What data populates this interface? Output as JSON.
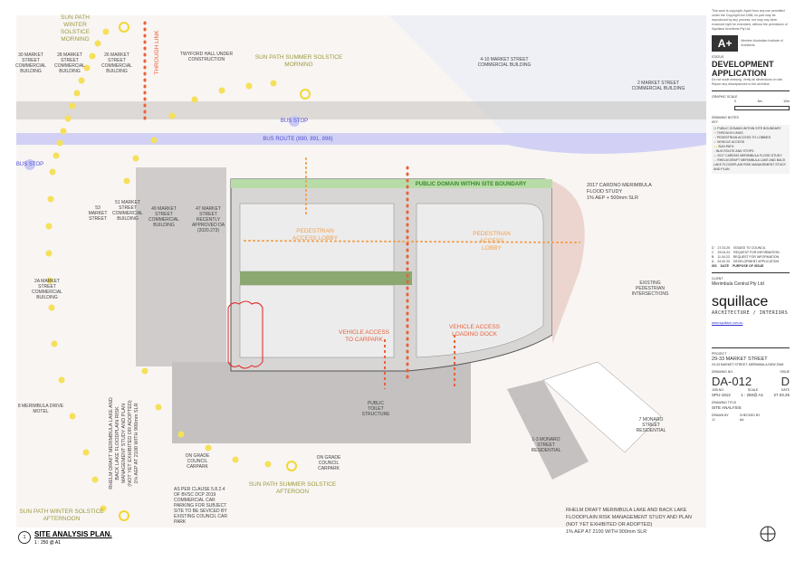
{
  "labels": {
    "sun_winter_morning": "SUN PATH\nWINTER\nSOLSTICE\nMORNING",
    "b30": "30 MARKET\nSTREET\nCOMMERCIAL\nBUILDING",
    "b28": "28 MARKET\nSTREET\nCOMMERCIAL\nBUILDING",
    "b26": "26 MARKET\nSTREET\nCOMMERCIAL\nBUILDING",
    "through_link": "THROUGH LINK",
    "twyford": "TWYFORD HALL UNDER\nCONSTRUCTION",
    "sun_summer_morning": "SUN PATH SUMMER SOLSTICE\nMORNING",
    "b4_10": "4-10 MARKET STREET\nCOMMERCIAL BUILDING",
    "b2": "2 MARKET STREET\nCOMMERCIAL BUILDING",
    "bus_stop_1": "BUS STOP",
    "bus_route": "BUS ROUTE (890, 891, 896)",
    "bus_stop_2": "BUS STOP",
    "public_domain": "PUBLIC DOMAIN WITHIN SITE BOUNDARY",
    "cardno": "2017 CARDNO MERIMBULA\nFLOOD STUDY\n1% AEP + 500mm SLR",
    "b53": "53\nMARKET\nSTREET",
    "b51": "51 MARKET\nSTREET\nCOMMERCIAL\nBUILDING",
    "b49": "49 MARKET\nSTREET\nCOMMERCIAL\nBUILDING",
    "b47": "47 MARKET\nSTREET\nRECENTLY\nAPPROVED DA\n(2020.273)",
    "ped_lobby_1": "PEDESTRIAN\nACCESS LOBBY",
    "ped_lobby_2": "PEDESTRIAN\nACCESS\nLOBBY",
    "b2a": "2A MARKET\nSTREET\nCOMMERCIAL\nBUILDING",
    "existing_ped": "EXISTING\nPEDESTRIAN\nINTERSECTIONS",
    "veh_carpark": "VEHICLE ACCESS\nTO CARPARK",
    "veh_loading": "VEHICLE ACCESS\nLOADING DOCK",
    "motel": "8 MERIMBULA DRIVE\nMOTEL",
    "toilet": "PUBLIC\nTOILET\nSTRUCTURE",
    "rhelm_vertical": "RHELM DRAFT MERIMBULA LAKE AND\nBACK LAKE FLOODPLAIN RISK\nMANAGEMENT STUDY AND PLAN\n(NOT YET EXHIBITED OR ADOPTED)\n1% AEP AT 2100 WITH 900mm SLR",
    "carpark_1": "ON GRADE\nCOUNCIL\nCARPARK",
    "carpark_2": "ON GRADE\nCOUNCIL\nCARPARK",
    "sun_summer_afternoon": "SUN PATH SUMMER SOLSTICE\nAFTEROON",
    "clause": "AS PER CLAUSE 5.8.2.4\nOF BVSC DCP 2019\nCOMMERCIAL CAR\nPARKING FOR SUBJECT\nSITE TO BE SEVICED BY\nEXISTING COUNCIL CAR\nPARK",
    "monaro_1_3": "1-3 MONARO\nSTREET\nRESIDENTIAL",
    "monaro_7": "7 MONARO\nSTREET\nRESIDENTIAL",
    "rhelm_bottom": "RHELM DRAFT MERIMBULA LAKE AND BACK LAKE\nFLOODPLAIN RISK MANAGEMENT STUDY AND PLAN\n(NOT YET EXHIBITED OR ADOPTED)\n1% AEP AT 2100 WITH 900mm SLR",
    "sun_winter_afternoon": "SUN PATH WINTER SOLSTICE\nAFTERNOON"
  },
  "drawing": {
    "number_circle": "1",
    "title": "SITE ANALYSIS PLAN.",
    "scale": "1 : 250 @ A1"
  },
  "title_block": {
    "copyright": "This work is copyright. Apart from any use permitted under the Copyright Act 1968, no part may be reproduced by any process, nor may any other exclusive right be exercised, without the permission of Squillace Architects Pty Ltd.",
    "logo": "Member Australian Institute of Architects",
    "status_label": "STATUS",
    "status": "DEVELOPMENT APPLICATION",
    "status_note": "Do not scale drawing. Verify all dimensions on site. Report any discrepancies to the architect.",
    "graphic_scale": "GRAPHIC SCALE",
    "scale_ticks": [
      "0",
      "5m",
      "10m"
    ],
    "drawing_notes": "DRAWING NOTES",
    "key": "KEY",
    "legend": [
      "PUBLIC DOMAIN WITHIN SITE BOUNDARY",
      "THROUGH LINKS",
      "PEDESTRIAN ACCESS TO LOBBIES",
      "VEHICLE ACCESS",
      "SUN PATH",
      "BUS ROUTE AND STOPS",
      "2017 CARDNO MERIMBULA FLOOD STUDY",
      "RHELM DRAFT MERIMBULA LAKE AND BACK LAKE FLOODPLAIN RISK MANAGEMENT STUDY AND PLAN"
    ],
    "revisions": [
      [
        "D",
        "27.03.25",
        "ISSUED TO COUNCIL"
      ],
      [
        "C",
        "29.04.24",
        "REQUEST FOR INFORMATION"
      ],
      [
        "B",
        "11.04.23",
        "REQUEST FOR INFORMATION"
      ],
      [
        "A",
        "24.02.23",
        "DEVELOPMENT APPLICATION"
      ]
    ],
    "rev_headers": [
      "ISS",
      "DATE",
      "PURPOSE OF ISSUE"
    ],
    "client_label": "CLIENT",
    "client": "Merimbula Central Pty Ltd",
    "brand": "squillace",
    "brand_sub": "ARCHITECTURE / INTERIORS",
    "website": "www.squillace.com.au",
    "project_label": "PROJECT",
    "project": "29-33 MARKET STREET",
    "address": "29-33 MARKET STREET, MERIMBULA NSW 2548",
    "drawing_no_label": "DRAWING NO.",
    "drawing_no": "DA-012",
    "issue_label": "ISSUE",
    "issue": "D",
    "job_label": "JOB NO.",
    "job": "SPU-1912",
    "scale_label": "SCALE",
    "scale": "1 : 250@ A1",
    "date_label": "DATE",
    "date": "27.03.25",
    "title_label": "DRAWING TITLE",
    "title": "SITE ANALYSIS",
    "drawn_label": "DRAWN BY",
    "drawn": "JJ",
    "checked_label": "CHECKED BY",
    "checked": "AA"
  },
  "colors": {
    "sun": "#f5e05a",
    "through_link": "#e8623c",
    "pedestrian": "#f0a050",
    "bus": "#c8c8f5",
    "public_domain": "#8cc878",
    "water": "#bcd8e4"
  }
}
